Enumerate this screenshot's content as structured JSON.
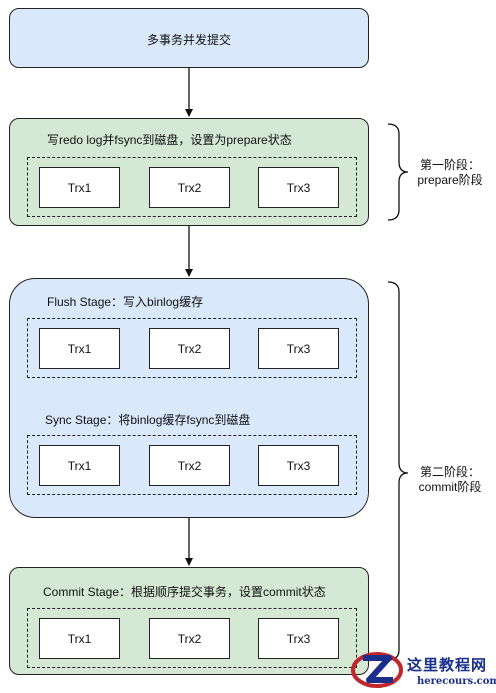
{
  "top": {
    "title": "多事务并发提交"
  },
  "stage1": {
    "title": "写redo log并fsync到磁盘，设置为prepare状态",
    "trx": [
      "Trx1",
      "Trx2",
      "Trx3"
    ]
  },
  "stage2": {
    "flush": {
      "title": "Flush Stage：写入binlog缓存",
      "trx": [
        "Trx1",
        "Trx2",
        "Trx3"
      ]
    },
    "sync": {
      "title": "Sync Stage：将binlog缓存fsync到磁盘",
      "trx": [
        "Trx1",
        "Trx2",
        "Trx3"
      ]
    }
  },
  "stage3": {
    "title": "Commit Stage：根据顺序提交事务，设置commit状态",
    "trx": [
      "Trx1",
      "Trx2",
      "Trx3"
    ]
  },
  "phase1": {
    "line1": "第一阶段：",
    "line2": "prepare阶段"
  },
  "phase2": {
    "line1": "第二阶段：",
    "line2": "commit阶段"
  },
  "watermark": {
    "title": "这里教程网",
    "url": "herecours.com"
  },
  "colors": {
    "blue_fill": "#dae8fc",
    "green_fill": "#d5e8d4",
    "stroke": "#222222"
  }
}
